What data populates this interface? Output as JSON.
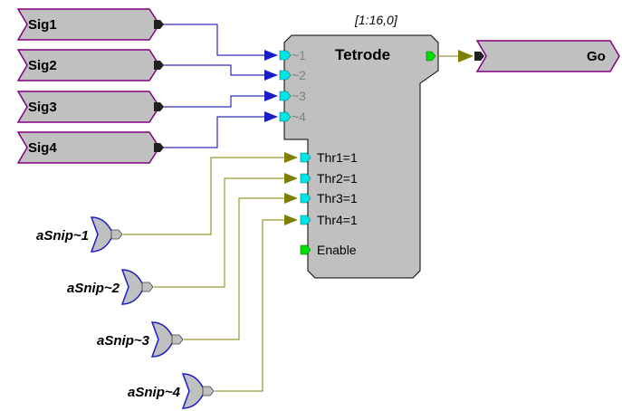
{
  "block": {
    "title": "Tetrode",
    "channel_spec": "[1:16,0]",
    "inputs": [
      "~1",
      "~2",
      "~3",
      "~4"
    ],
    "thresholds": [
      "Thr1=1",
      "Thr2=1",
      "Thr3=1",
      "Thr4=1"
    ],
    "enable": "Enable"
  },
  "signals": [
    "Sig1",
    "Sig2",
    "Sig3",
    "Sig4"
  ],
  "output": "Go",
  "snips": [
    "aSnip~1",
    "aSnip~2",
    "aSnip~3",
    "aSnip~4"
  ],
  "colors": {
    "block_fill": "#c0c0c0",
    "signal_border": "#800080",
    "snip_border": "#1c1cc8",
    "wire_blue": "#0000a0",
    "wire_olive": "#808000",
    "port_cyan": "#00e5e5",
    "port_green": "#00dd00"
  }
}
